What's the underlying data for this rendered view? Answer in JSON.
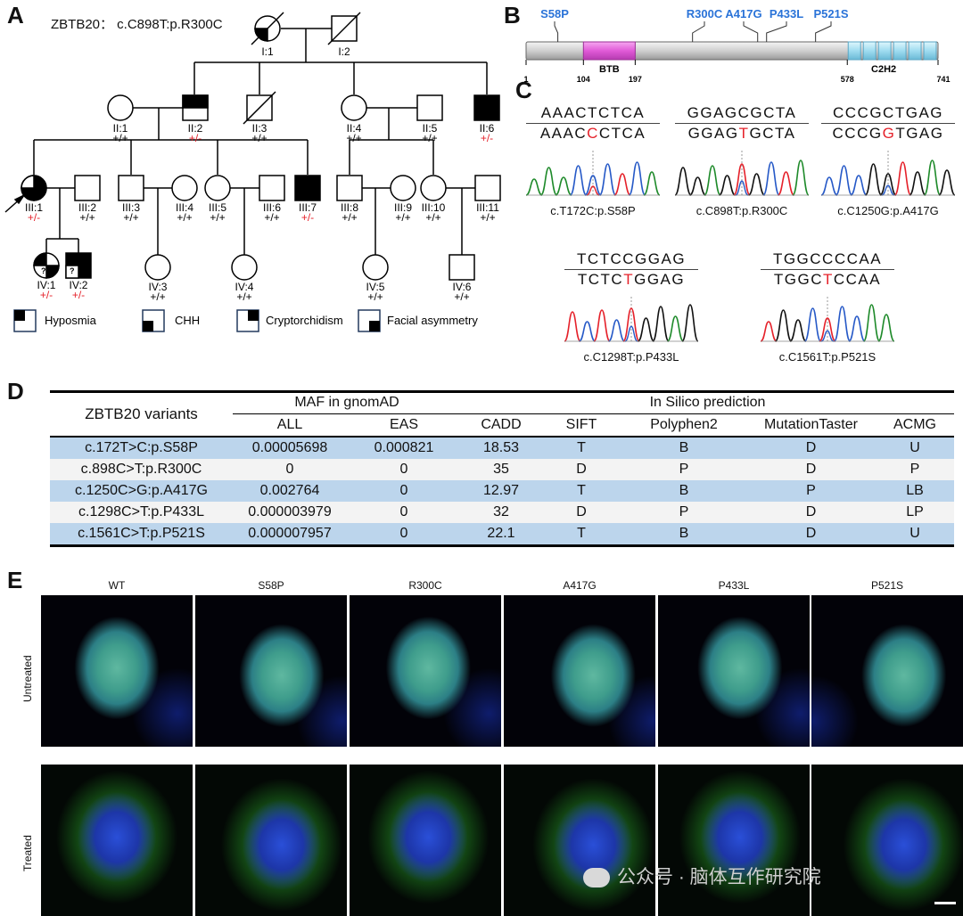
{
  "panels": {
    "a": "A",
    "b": "B",
    "c": "C",
    "d": "D",
    "e": "E"
  },
  "pedigree": {
    "variant_label": "ZBTB20： c.C898T:p.R300C",
    "individuals": [
      {
        "id": "I:1",
        "genotype": ""
      },
      {
        "id": "I:2",
        "genotype": ""
      },
      {
        "id": "II:1",
        "genotype": "+/+"
      },
      {
        "id": "II:2",
        "genotype": "+/-"
      },
      {
        "id": "II:3",
        "genotype": "+/+"
      },
      {
        "id": "II:4",
        "genotype": "+/+"
      },
      {
        "id": "II:5",
        "genotype": "+/+"
      },
      {
        "id": "II:6",
        "genotype": "+/-"
      },
      {
        "id": "III:1",
        "genotype": "+/-"
      },
      {
        "id": "III:2",
        "genotype": "+/+"
      },
      {
        "id": "III:3",
        "genotype": "+/+"
      },
      {
        "id": "III:4",
        "genotype": "+/+"
      },
      {
        "id": "III:5",
        "genotype": "+/+"
      },
      {
        "id": "III:6",
        "genotype": "+/+"
      },
      {
        "id": "III:7",
        "genotype": "+/-"
      },
      {
        "id": "III:8",
        "genotype": "+/+"
      },
      {
        "id": "III:9",
        "genotype": "+/+"
      },
      {
        "id": "III:10",
        "genotype": "+/+"
      },
      {
        "id": "III:11",
        "genotype": "+/+"
      },
      {
        "id": "IV:1",
        "genotype": "+/-"
      },
      {
        "id": "IV:2",
        "genotype": "+/-"
      },
      {
        "id": "IV:3",
        "genotype": "+/+"
      },
      {
        "id": "IV:4",
        "genotype": "+/+"
      },
      {
        "id": "IV:5",
        "genotype": "+/+"
      },
      {
        "id": "IV:6",
        "genotype": "+/+"
      }
    ],
    "unknown_mark": "?",
    "legend": [
      "Hyposmia",
      "CHH",
      "Cryptorchidism",
      "Facial asymmetry"
    ],
    "carrier_color": "#e5212a"
  },
  "protein": {
    "variants": [
      "S58P",
      "R300C",
      "A417G",
      "P433L",
      "P521S"
    ],
    "domains": [
      {
        "name": "BTB",
        "start": 104,
        "end": 197,
        "color": "#e05ad7"
      },
      {
        "name": "C2H2",
        "start": 578,
        "end": 741,
        "color": "#9fdcf0"
      }
    ],
    "positions": [
      "1",
      "104",
      "197",
      "578",
      "741"
    ],
    "variant_color": "#2a73d8"
  },
  "sequences": [
    {
      "ref": [
        "AAAC",
        "T",
        "CTCA"
      ],
      "mut": [
        "AAAC",
        "C",
        "CTCA"
      ],
      "label": "c.T172C:p.S58P"
    },
    {
      "ref": [
        "GGAG",
        "C",
        "GCTA"
      ],
      "mut": [
        "GGAG",
        "T",
        "GCTA"
      ],
      "label": "c.C898T:p.R300C"
    },
    {
      "ref": [
        "CCCG",
        "C",
        "TGAG"
      ],
      "mut": [
        "CCCG",
        "G",
        "TGAG"
      ],
      "label": "c.C1250G:p.A417G"
    },
    {
      "ref": [
        "TCTC",
        "C",
        "GGAG"
      ],
      "mut": [
        "TCTC",
        "T",
        "GGAG"
      ],
      "label": "c.C1298T:p.P433L"
    },
    {
      "ref": [
        "TGGC",
        "C",
        "CCAA"
      ],
      "mut": [
        "TGGC",
        "T",
        "CCAA"
      ],
      "label": "c.C1561T:p.P521S"
    }
  ],
  "table": {
    "header1": [
      "ZBTB20 variants",
      "MAF in gnomAD",
      "In Silico prediction"
    ],
    "header2": [
      "ALL",
      "EAS",
      "CADD",
      "SIFT",
      "Polyphen2",
      "MutationTaster",
      "ACMG"
    ],
    "rows": [
      [
        "c.172T>C:p.S58P",
        "0.00005698",
        "0.000821",
        "18.53",
        "T",
        "B",
        "D",
        "U"
      ],
      [
        "c.898C>T:p.R300C",
        "0",
        "0",
        "35",
        "D",
        "P",
        "D",
        "P"
      ],
      [
        "c.1250C>G:p.A417G",
        "0.002764",
        "0",
        "12.97",
        "T",
        "B",
        "P",
        "LB"
      ],
      [
        "c.1298C>T:p.P433L",
        "0.000003979",
        "0",
        "32",
        "D",
        "P",
        "D",
        "LP"
      ],
      [
        "c.1561C>T:p.P521S",
        "0.000007957",
        "0",
        "22.1",
        "T",
        "B",
        "D",
        "U"
      ]
    ]
  },
  "microscopy": {
    "columns": [
      "WT",
      "S58P",
      "R300C",
      "A417G",
      "P433L",
      "P521S"
    ],
    "rows": [
      "Untreated",
      "Treated"
    ],
    "watermark": "公众号 · 脑体互作研究院"
  }
}
